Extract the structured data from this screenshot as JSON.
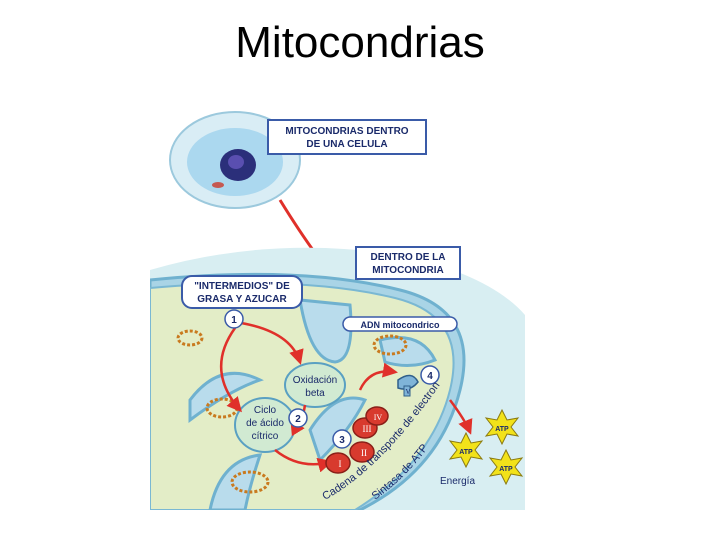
{
  "title": "Mitocondrias",
  "labels": {
    "cell_line1": "MITOCONDRIAS DENTRO",
    "cell_line2": "DE UNA CELULA",
    "mito_line1": "DENTRO DE LA",
    "mito_line2": "MITOCONDRIA",
    "inter_line1": "\"INTERMEDIOS\" DE",
    "inter_line2": "GRASA Y AZUCAR",
    "adn": "ADN mitocondrico",
    "oxid_line1": "Oxidación",
    "oxid_line2": "beta",
    "ciclo_line1": "Ciclo",
    "ciclo_line2": "de ácido",
    "ciclo_line3": "cítrico",
    "cadena": "Cadena de transporte de electrones",
    "sintasa": "Sintasa de ATP",
    "energia": "Energía",
    "atp": "ATP"
  },
  "steps": [
    "1",
    "2",
    "3",
    "4"
  ],
  "complexes": [
    "I",
    "II",
    "III",
    "IV",
    "V"
  ],
  "colors": {
    "title": "#000000",
    "cytoplasm": "#d8eef2",
    "matrix": "#e3edc7",
    "membrane": "#8cc4dc",
    "arrow": "#e0302a",
    "atp": "#f2e21a",
    "label_box": "#ffffff",
    "label_text": "#1a2a6a"
  }
}
